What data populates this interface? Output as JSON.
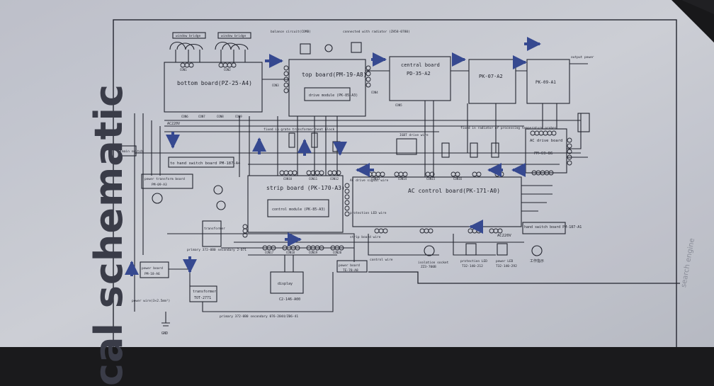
{
  "page": {
    "side_title": "cal schematic",
    "side_note": "search engine"
  },
  "boards": {
    "bottom": "bottom board(PZ-25-A4)",
    "top": "top board(PM-19-A8)",
    "central": "central board",
    "central_code": "PD-35-A2",
    "pk07": "PK-07-A2",
    "pk09": "PK-09-A1",
    "strip": "strip board (PK-170-A3)",
    "ac": "AC control board(PK-171-A0)",
    "control_module": "control module (PK-85-A3)",
    "drive_module": "drive module (PK-85-A3)",
    "ac_drive": "AC drive board",
    "ac_drive_code": "PM-69-B6",
    "hand_switch_left": "to hand switch board PM-187-A4",
    "hand_switch_right": "hand switch board PM-187-A1",
    "power_transform": "power transform board",
    "power_transform_code": "PM-09-A3",
    "transformer_small": "transformer",
    "transformer": "transformer",
    "transformer_code": "TOT-2771",
    "display": "display",
    "display_code": "C2-146-A00",
    "power_board": "power board",
    "power_board_code": "TE-78-A8",
    "power_rail_board": "power board",
    "power_rail_code": "PM-18-A6"
  },
  "labels": {
    "window_bridge_1": "window bridge",
    "window_bridge_2": "window bridge",
    "balance_circuit": "balance circuit(COMB)",
    "connected_radiator": "connected with radiator (ZH58-0780)",
    "fixed_in_grate": "fixed in grate transformer heat block",
    "fixed_in_radiator": "fixed in radiator of processing temperature probes",
    "ac_power": "AC220V",
    "ac_power_right": "AC220V",
    "primary_left": "primary 372-0B0 secondary 2-071",
    "primary_bottom": "primary 372-0B0 secondary 076-2044/Z06-41",
    "power_wire": "power wire(3×2.5mm²)",
    "gnd": "GND",
    "main_switch": "main switch",
    "isolation_socket": "isolation socket",
    "isolation_code": "ZZ3-700B",
    "protection_led": "protection LED",
    "protection_code": "T32-140-212",
    "power_led": "power LED",
    "power_led_code": "T32-140-292",
    "led_right": "工作指示",
    "control_wire": "control wire",
    "protection_led_wire": "protection LED wire",
    "strip_board_wire": "strip board wire",
    "ac_drive_signal": "AC drive signal wire",
    "pwm_wire": "IGBT drive wire",
    "output_power": "output power"
  },
  "connectors": {
    "cn1": "CON1",
    "cn2": "CON2",
    "cn3": "CON3",
    "cn4": "CON4",
    "cn5": "CON5",
    "cn6": "CON6",
    "cn7": "CON7",
    "cn8": "CON8",
    "cn9": "CON9",
    "cn10": "CON10",
    "cn11": "CON11",
    "cn12": "CON12",
    "cn13": "CON13",
    "cn14": "CON14",
    "cn15": "CON15",
    "cn16": "CON16",
    "cn17": "CON17",
    "cn18": "CON18",
    "cn19": "CON19",
    "cn20": "CON20"
  },
  "colors": {
    "paper": "#d6d8e0",
    "ink": "#262832",
    "arrow": "#3a4e9a",
    "shade": "#1a1a1c"
  }
}
